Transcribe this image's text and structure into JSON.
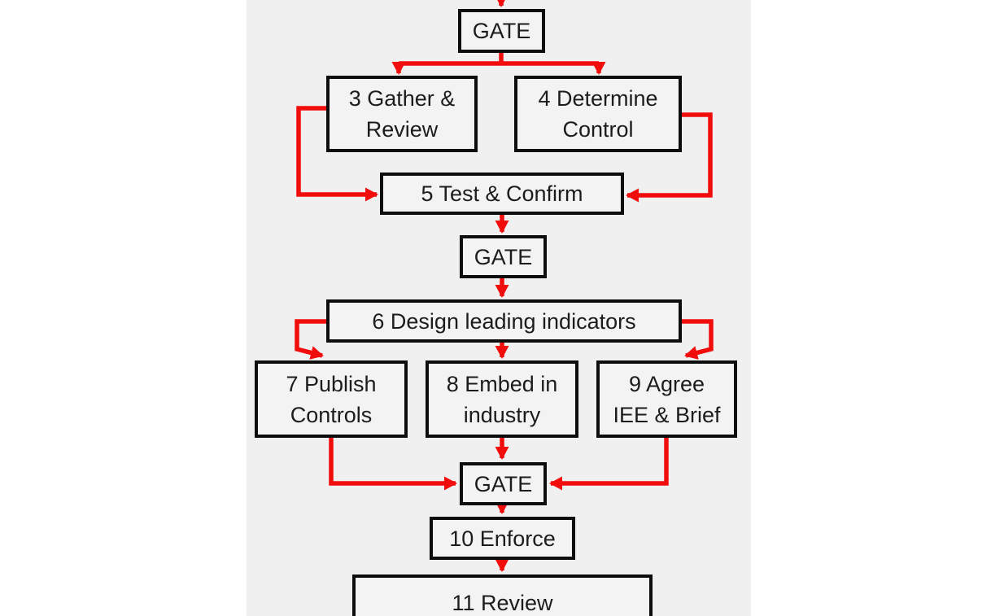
{
  "colors": {
    "bg": "#ffffff",
    "panel": "#f1f0f0",
    "boxfill": "#f4f3f3",
    "border": "#0d0d0d",
    "arrow": "#f20d0d",
    "text": "#1c1c1c"
  },
  "diagram": {
    "type": "flowchart",
    "nodes": {
      "gate1": {
        "label": "GATE"
      },
      "step3": {
        "label": "3 Gather &\nReview"
      },
      "step4": {
        "label": "4 Determine\nControl"
      },
      "step5": {
        "label": "5 Test & Confirm"
      },
      "gate2": {
        "label": "GATE"
      },
      "step6": {
        "label": "6 Design leading indicators"
      },
      "step7": {
        "label": "7 Publish\nControls"
      },
      "step8": {
        "label": "8 Embed in\nindustry"
      },
      "step9": {
        "label": "9 Agree\nIEE & Brief"
      },
      "gate3": {
        "label": "GATE"
      },
      "step10": {
        "label": "10 Enforce"
      },
      "step11": {
        "label": "11 Review"
      }
    },
    "edges": [
      "top-to-gate1",
      "gate1-to-step3",
      "gate1-to-step4",
      "step3-to-step5",
      "step4-to-step5",
      "step5-to-gate2",
      "gate2-to-step6",
      "step6-to-step7",
      "step6-to-step8",
      "step6-to-step9",
      "step7-to-gate3",
      "step8-to-gate3",
      "step9-to-gate3",
      "gate3-to-step10",
      "step10-to-step11"
    ]
  }
}
